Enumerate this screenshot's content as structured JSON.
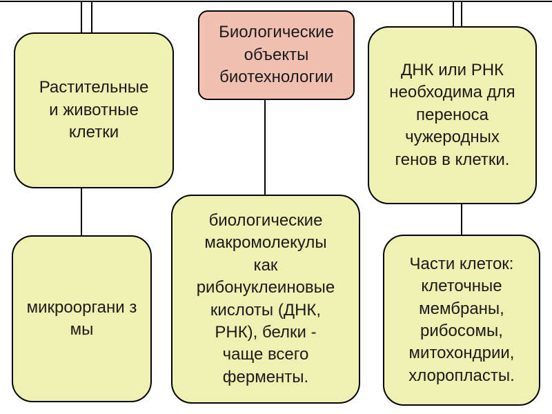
{
  "diagram": {
    "center": {
      "text": "Биологические\nобъекты\nбиотехнологии"
    },
    "left_top": {
      "text": "Растительные\nи животные\nклетки"
    },
    "left_bottom": {
      "text": "микрооргани з\nмы"
    },
    "middle_bottom": {
      "text": "биологические\nмакромолекулы\nкак\nрибонуклеиновые\nкислоты (ДНК,\nРНК), белки -\nчаще всего\nферменты."
    },
    "right_top": {
      "text": "ДНК или РНК\nнеобходима для\nпереноса\nчужеродных\nгенов в клетки."
    },
    "right_bottom": {
      "text": "Части клеток:\nклеточные\nмембраны,\nрибосомы,\nмитохондрии,\nхлоропласты."
    }
  },
  "colors": {
    "center_fill": "#f2c0b3",
    "node_fill": "#eef1b1",
    "stroke": "#000000"
  }
}
